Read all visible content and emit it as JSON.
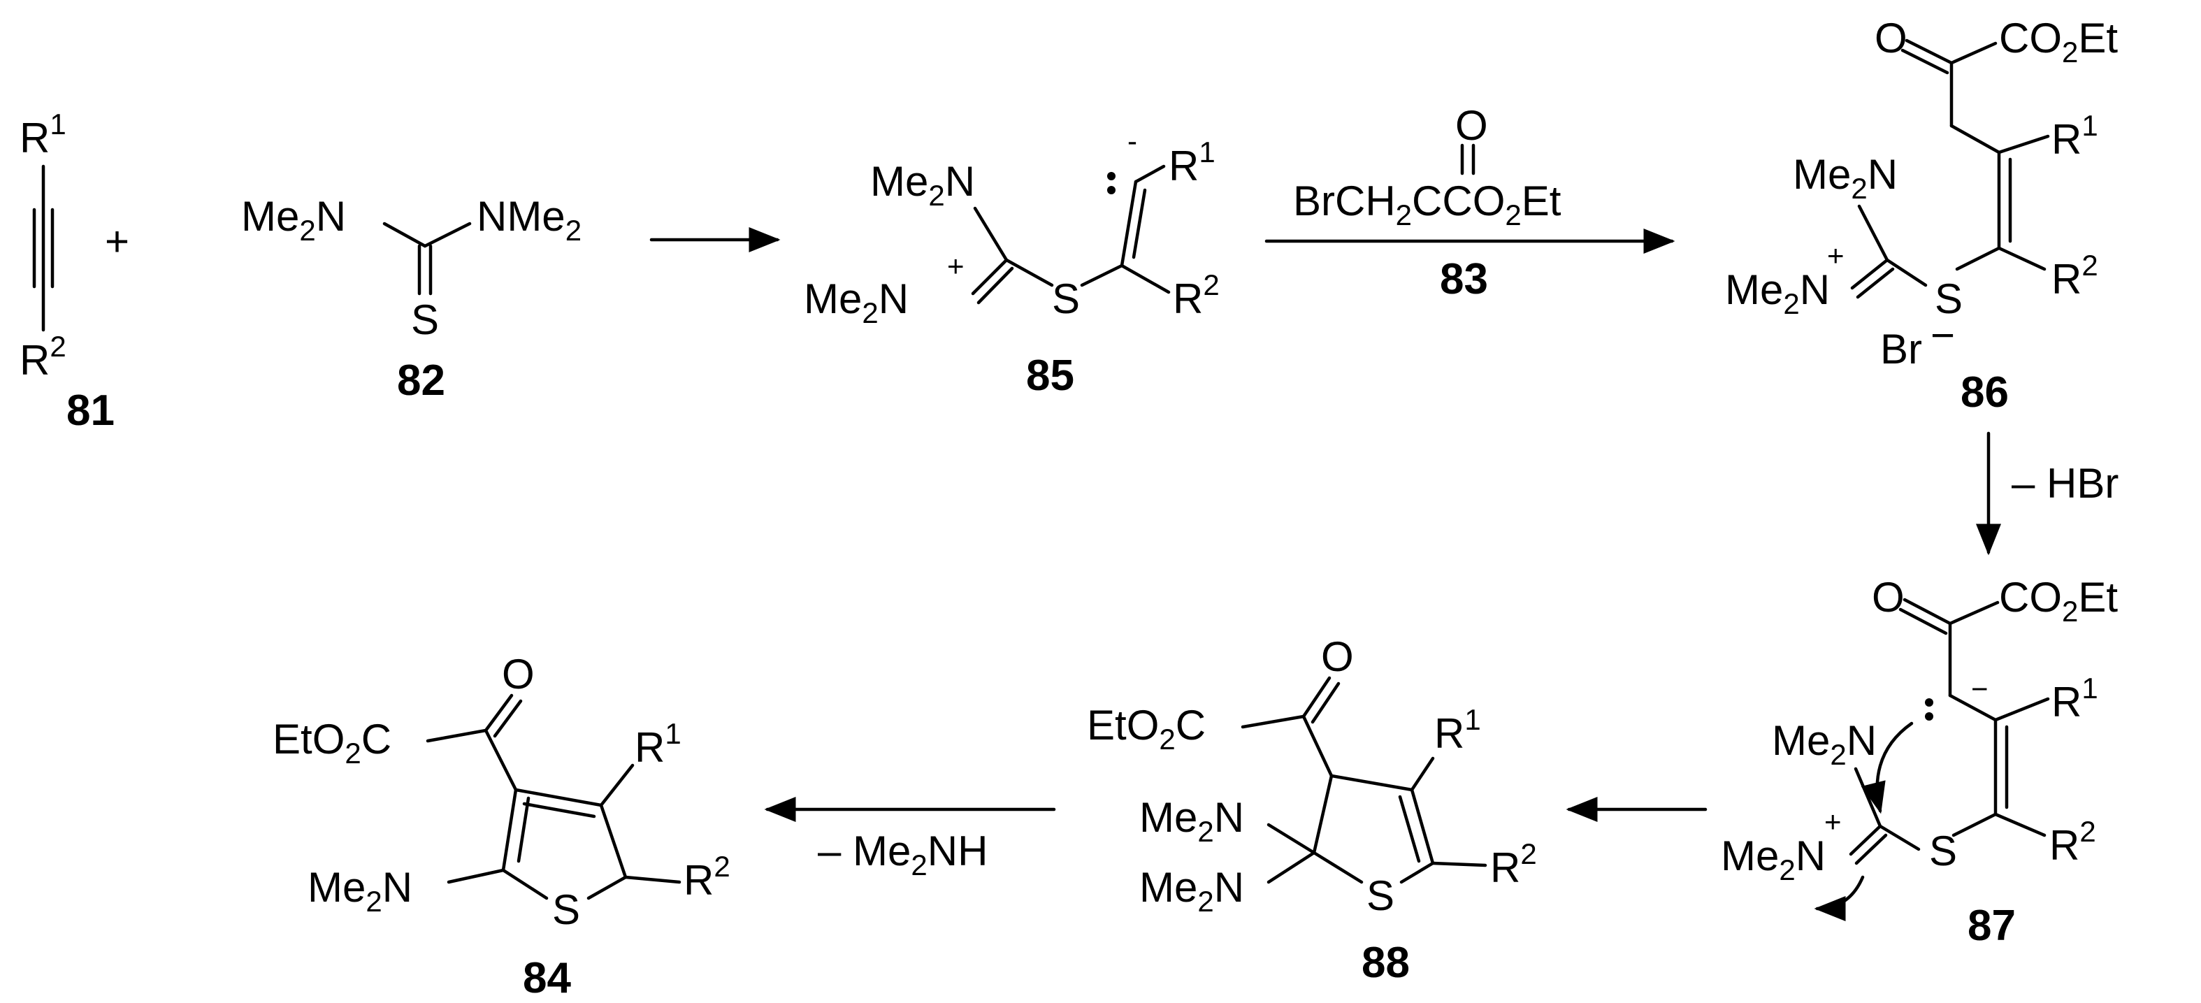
{
  "colors": {
    "ink": "#000000",
    "background": "#ffffff"
  },
  "compounds": {
    "c81": {
      "number": "81",
      "r_top": "R",
      "r_top_sup": "1",
      "r_bot": "R",
      "r_bot_sup": "2"
    },
    "plus": "+",
    "c82": {
      "number": "82",
      "left_group": "Me",
      "left_group_sub": "2",
      "left_group_tail": "N",
      "right_group": "NMe",
      "right_group_sub": "2",
      "sulfur": "S"
    },
    "c85": {
      "number": "85",
      "amine": "Me",
      "amine_sub": "2",
      "amine_tail": "N",
      "iminium": "Me",
      "iminium_sub": "2",
      "iminium_tail": "N",
      "plus_charge": "+",
      "sulfur": "S",
      "minus_charge": "-",
      "r_top": "R",
      "r_top_sup": "1",
      "r_bot": "R",
      "r_bot_sup": "2"
    },
    "c86": {
      "number": "86",
      "carbonyl_o": "O",
      "ester": "CO",
      "ester_sub": "2",
      "ester_tail": "Et",
      "amine": "Me",
      "amine_sub": "2",
      "amine_tail": "N",
      "iminium": "Me",
      "iminium_sub": "2",
      "iminium_tail": "N",
      "plus_charge": "+",
      "sulfur": "S",
      "r_top": "R",
      "r_top_sup": "1",
      "r_bot": "R",
      "r_bot_sup": "2",
      "counterion": "Br",
      "counterion_charge": "−"
    },
    "c87": {
      "number": "87",
      "carbonyl_o": "O",
      "ester": "CO",
      "ester_sub": "2",
      "ester_tail": "Et",
      "minus_charge": "−",
      "amine": "Me",
      "amine_sub": "2",
      "amine_tail": "N",
      "iminium": "Me",
      "iminium_sub": "2",
      "iminium_tail": "N",
      "plus_charge": "+",
      "sulfur": "S",
      "r_top": "R",
      "r_top_sup": "1",
      "r_bot": "R",
      "r_bot_sup": "2"
    },
    "c88": {
      "number": "88",
      "carbonyl_o": "O",
      "ester": "EtO",
      "ester_sub": "2",
      "ester_tail": "C",
      "amine1": "Me",
      "amine1_sub": "2",
      "amine1_tail": "N",
      "amine2": "Me",
      "amine2_sub": "2",
      "amine2_tail": "N",
      "sulfur": "S",
      "r_top": "R",
      "r_top_sup": "1",
      "r_bot": "R",
      "r_bot_sup": "2"
    },
    "c84": {
      "number": "84",
      "carbonyl_o": "O",
      "ester": "EtO",
      "ester_sub": "2",
      "ester_tail": "C",
      "amine": "Me",
      "amine_sub": "2",
      "amine_tail": "N",
      "sulfur": "S",
      "r_top": "R",
      "r_top_sup": "1",
      "r_bot": "R",
      "r_bot_sup": "2"
    }
  },
  "reagents": {
    "step2": {
      "carbonyl_o": "O",
      "formula_a": "BrCH",
      "formula_a_sub": "2",
      "formula_b": "CCO",
      "formula_b_sub": "2",
      "formula_c": "Et",
      "number": "83"
    },
    "step3": {
      "label": "– HBr"
    },
    "step5": {
      "label_a": "– Me",
      "label_a_sub": "2",
      "label_b": "NH"
    }
  }
}
